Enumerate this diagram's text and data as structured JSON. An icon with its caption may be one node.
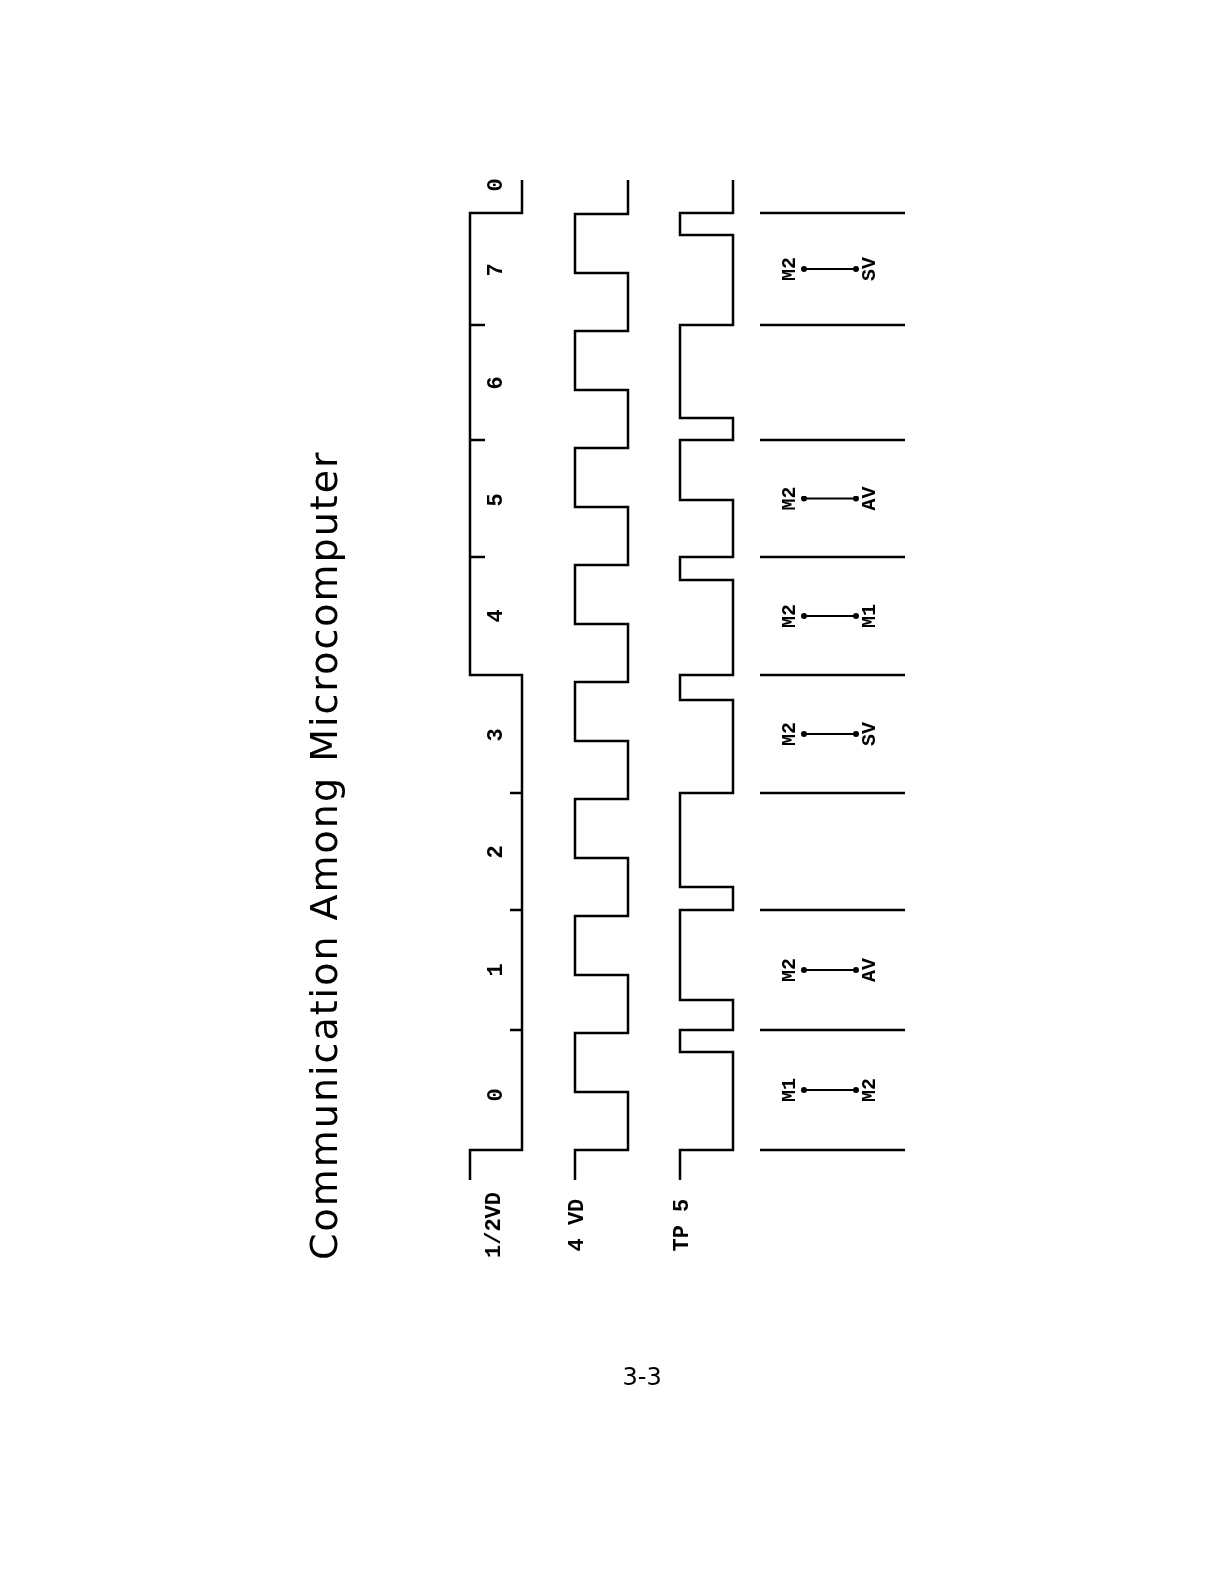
{
  "diagram": {
    "title": "Communication Among Microcomputer",
    "nodes": [
      {
        "text": [
          "M1"
        ]
      },
      {
        "text": [
          "M2"
        ]
      },
      {
        "text": [
          "M2"
        ]
      },
      {
        "text": [
          "AV"
        ]
      },
      {
        "text": [
          "M2"
        ]
      },
      {
        "text": [
          "SV"
        ]
      },
      {
        "text": [
          "M2"
        ]
      },
      {
        "text": [
          "M1"
        ]
      },
      {
        "text": [
          "M2"
        ]
      },
      {
        "text": [
          "AV"
        ]
      },
      {
        "text": [
          "M2"
        ]
      },
      {
        "text": [
          "SV"
        ]
      }
    ],
    "edges": [
      {
        "from": 0,
        "to": 1,
        "arrow": "other"
      },
      {
        "from": 2,
        "to": 3,
        "arrow": "other"
      },
      {
        "from": 4,
        "to": 5,
        "arrow": "other"
      },
      {
        "from": 6,
        "to": 7,
        "arrow": "other"
      },
      {
        "from": 8,
        "to": 9,
        "arrow": "other"
      },
      {
        "from": 10,
        "to": 11,
        "arrow": "other"
      }
    ],
    "labels": [
      "1/2VD",
      "4 VD",
      "TP 5",
      "0",
      "1",
      "2",
      "3",
      "4",
      "5",
      "6",
      "7",
      "0",
      "3-3"
    ]
  }
}
